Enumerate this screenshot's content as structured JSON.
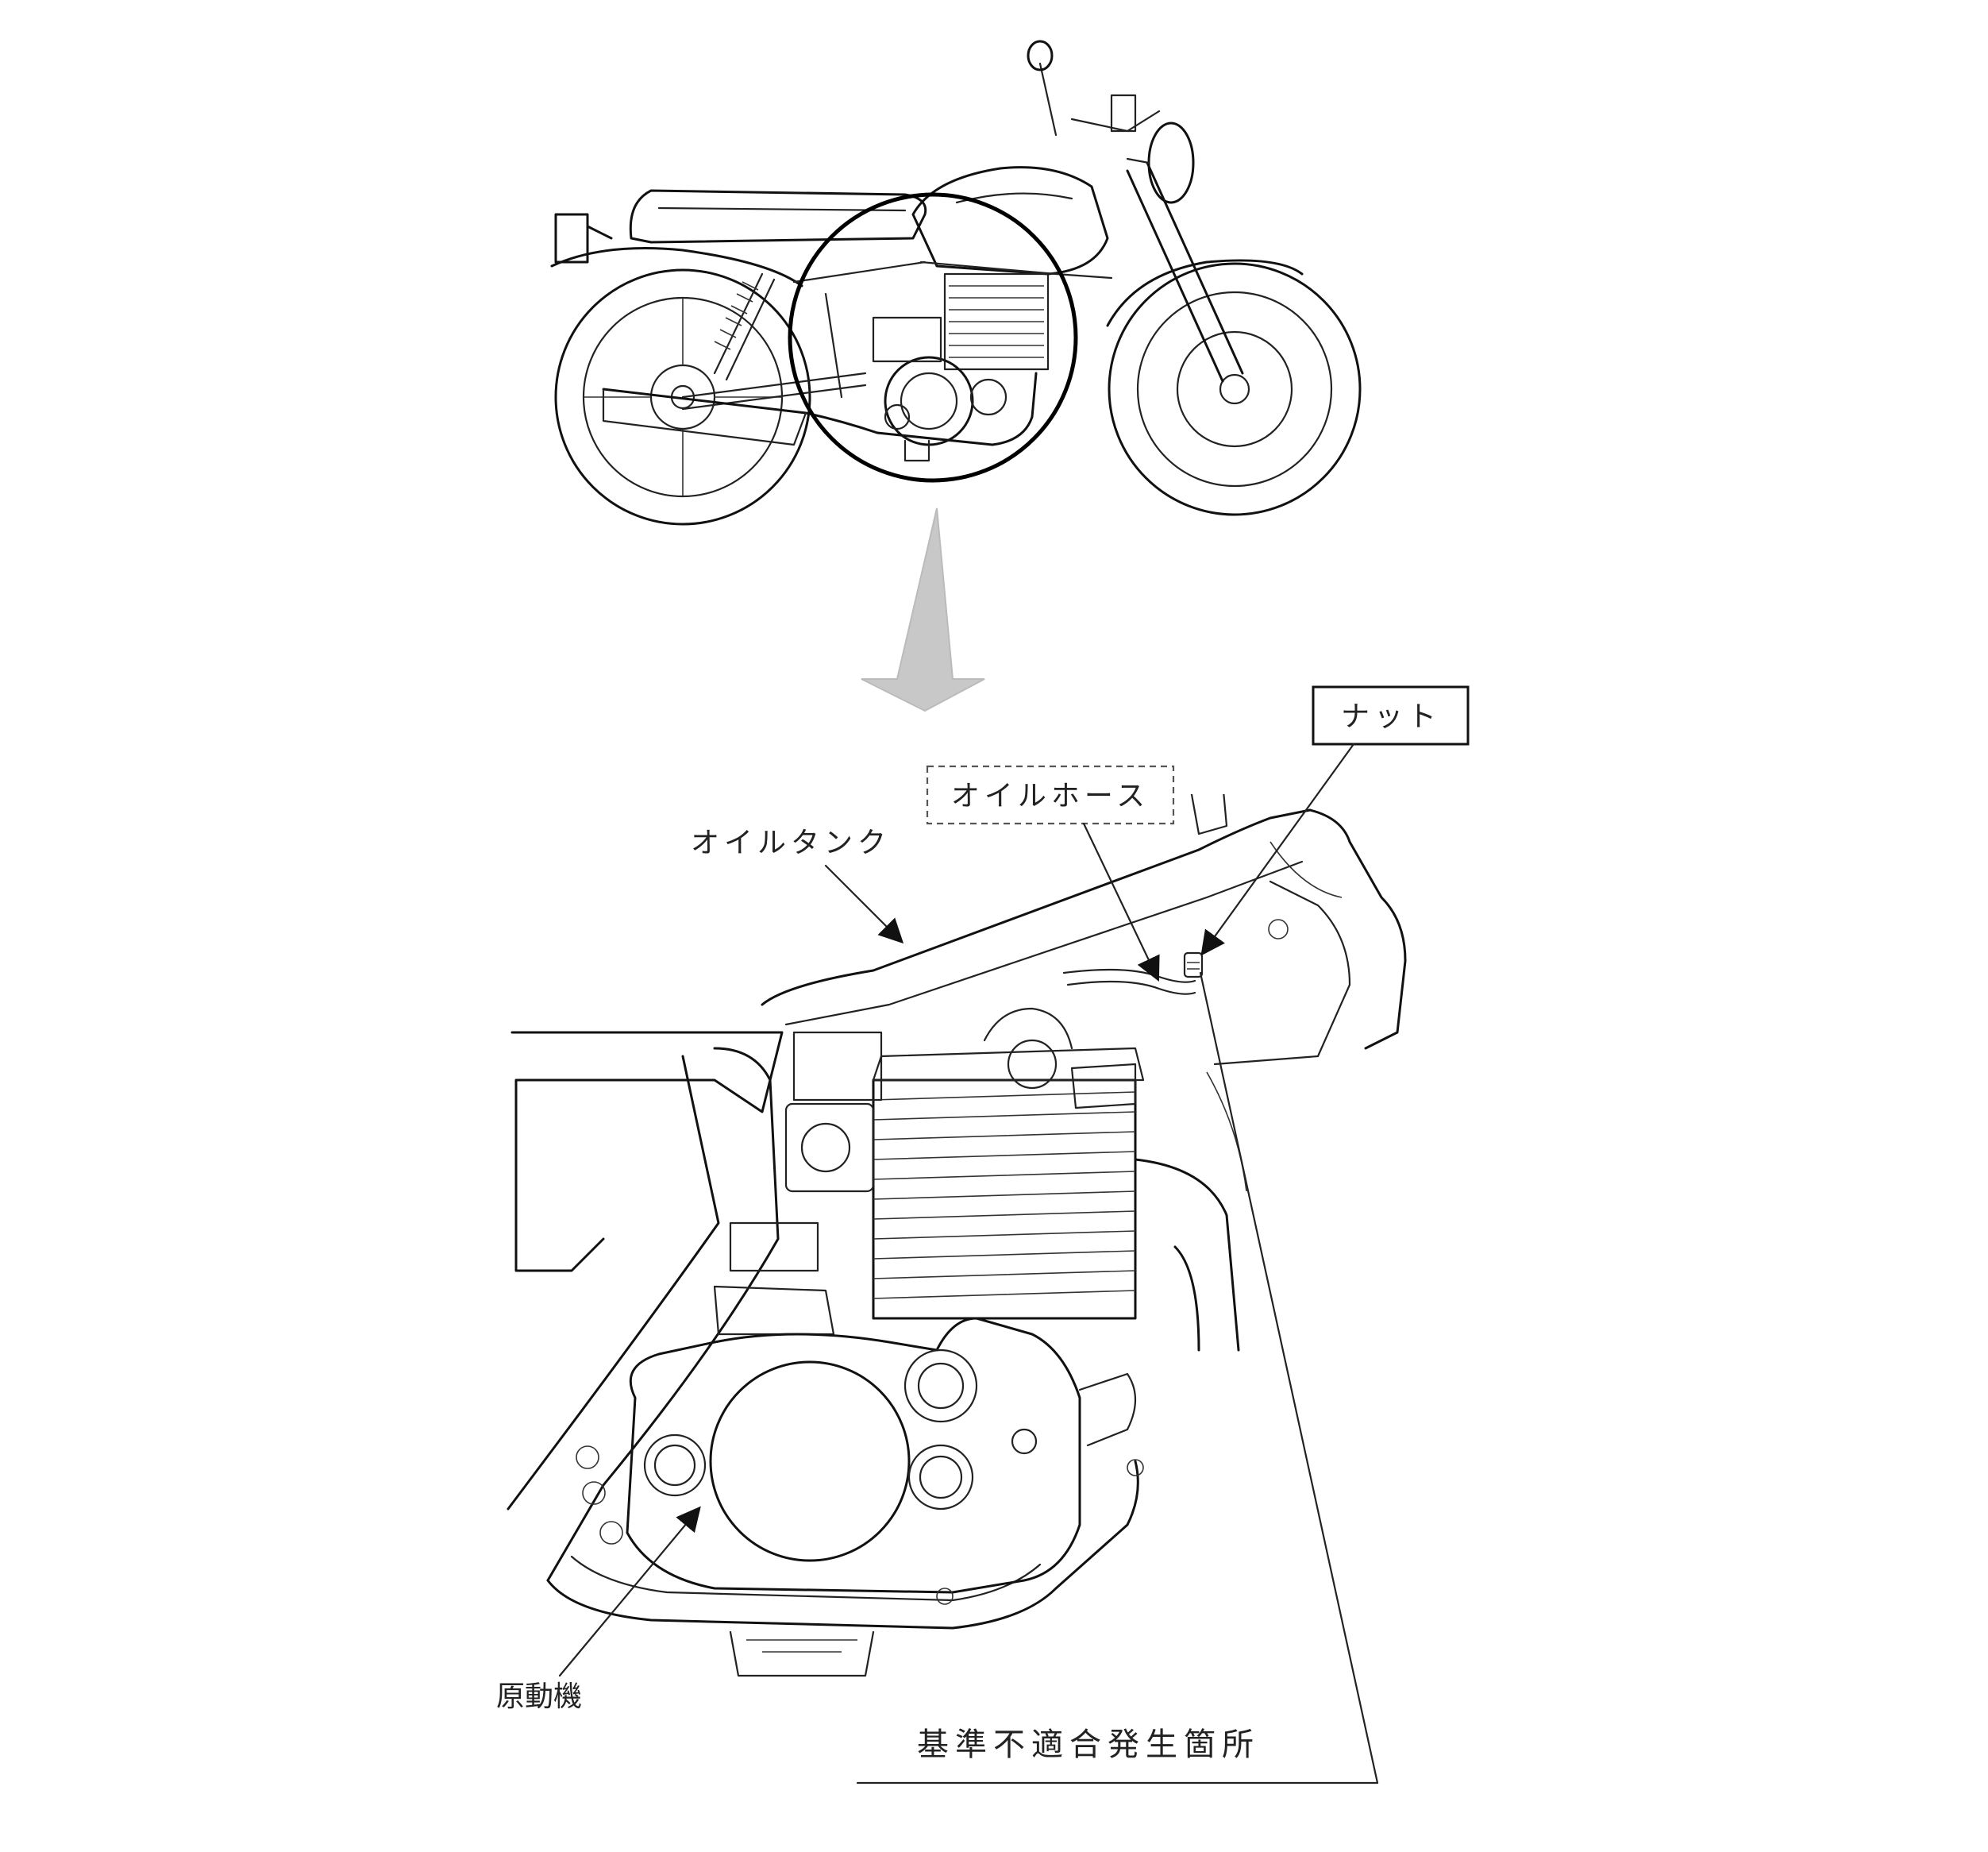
{
  "labels": {
    "nut": "ナット",
    "oil_hose": "オイルホース",
    "oil_tank": "オイルタンク",
    "engine": "原動機",
    "defect_location": "基準不適合発生箇所"
  },
  "colors": {
    "line": "#111111",
    "arrow_fill": "#c8c8c8",
    "background": "#ffffff"
  }
}
